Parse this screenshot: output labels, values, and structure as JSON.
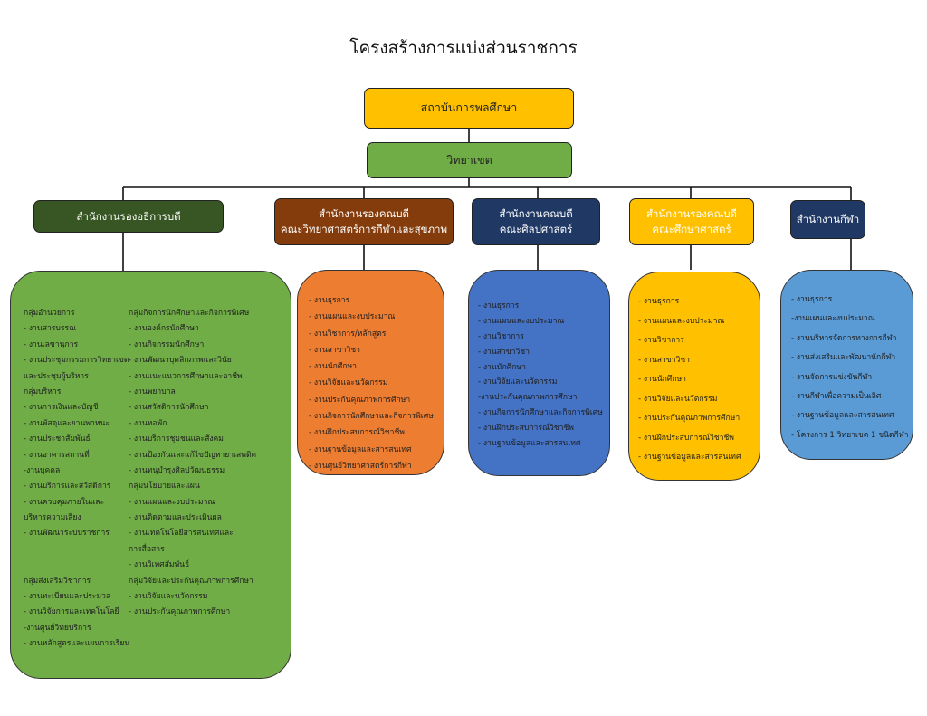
{
  "title": "โครงสร้างการแบ่งส่วนราชการ",
  "root": {
    "label": "สถาบันการพลศึกษา",
    "color": "#FFC000"
  },
  "campus": {
    "label": "วิทยาเขต",
    "color": "#70AD47"
  },
  "offices": [
    {
      "line1": "สำนักงานรองอธิการบดี",
      "line2": "",
      "color": "#375623"
    },
    {
      "line1": "สำนักงานรองคณบดี",
      "line2": "คณะวิทยาศาสตร์การกีฬาและสุขภาพ",
      "color": "#843C0C"
    },
    {
      "line1": "สำนักงานคณบดี",
      "line2": "คณะศิลปศาสตร์",
      "color": "#1F3864"
    },
    {
      "line1": "สำนักงานรองคณบดี",
      "line2": "คณะศึกษาศาสตร์",
      "color": "#FFC000"
    },
    {
      "line1": "สำนักงานกีฬา",
      "line2": "",
      "color": "#1F3864"
    }
  ],
  "panel_colors": [
    "#70AD47",
    "#ED7D31",
    "#4472C4",
    "#FFC000",
    "#5B9BD5"
  ],
  "panel1": {
    "left": [
      "กลุ่มอำนวยการ",
      "- งานสารบรรณ",
      "- งานเลขานุการ",
      "- งานประชุมกรรมการวิทยาเขต",
      "และประชุมผู้บริหาร",
      "กลุ่มบริหาร",
      "- งานการเงินและบัญชี",
      "- งานพัสดุและยานพาหนะ",
      "- งานประชาสัมพันธ์",
      "- งานอาคารสถานที่",
      "-งานบุคคล",
      "- งานบริการและสวัสดิการ",
      "- งานควบคุมภายในและ",
      "บริหารความเสี่ยง",
      "- งานพัฒนาระบบราชการ",
      "",
      "",
      "กลุ่มส่งเสริมวิชาการ",
      "- งานทะเบียนและประมวล",
      "- งานวิจัยการและเทคโนโลยี",
      "-งานศูนย์วิทยบริการ",
      "- งานหลักสูตรและแผนการเรียน"
    ],
    "right": [
      "กลุ่มกิจการนักศึกษาและกิจการพิเศษ",
      "- งานองค์กรนักศึกษา",
      "- งานกิจกรรมนักศึกษา",
      "- งานพัฒนาบุคลิกภาพและวินัย",
      "- งานแนะแนวการศึกษาและอาชีพ",
      "- งานพยาบาล",
      "- งานสวัสดิการนักศึกษา",
      "- งานหอพัก",
      "- งานบริการชุมชนและสังคม",
      "- งานป้องกันและแก้ไขปัญหายาเสพติด",
      "- งานทนุบำรุงศิลปวัฒนธรรม",
      "กลุ่มนโยบายและแผน",
      "- งานแผนและงบประมาณ",
      "- งานติดตามและประเมินผล",
      "- งานเทคโนโลยีสารสนเทศและ",
      "การสื่อสาร",
      "- งานวิเทศสัมพันธ์",
      "กลุ่มวิจัยและประกันคุณภาพการศึกษา",
      "- งานวิจัยและนวัตกรรม",
      "- งานประกันคุณภาพการศึกษา"
    ]
  },
  "panel2": [
    "- งานธุรการ",
    "- งานแผนและงบประมาณ",
    "- งานวิชาการ/หลักสูตร",
    "- งานสาขาวิชา",
    "- งานนักศึกษา",
    "- งานวิจัยและนวัตกรรม",
    "- งานประกันคุณภาพการศึกษา",
    "- งานกิจการนักศึกษาและกิจการพิเศษ",
    "- งานฝึกประสบการณ์วิชาชีพ",
    "- งานฐานข้อมูลและสารสนเทศ",
    "- งานศูนย์วิทยาศาสตร์การกีฬา"
  ],
  "panel3": [
    "- งานธุรการ",
    "- งานแผนและงบประมาณ",
    "- งานวิชาการ",
    "- งานสาขาวิชา",
    "- งานนักศึกษา",
    "- งานวิจัยและนวัตกรรม",
    "-งานประกันคุณภาพการศึกษา",
    "- งานกิจการนักศึกษาและกิจการพิเศษ",
    "- งานฝึกประสบการณ์วิชาชีพ",
    "- งานฐานข้อมูลและสารสนเทศ"
  ],
  "panel4": [
    "- งานธุรการ",
    "- งานแผนและงบประมาณ",
    "- งานวิชาการ",
    "- งานสาขาวิชา",
    "- งานนักศึกษา",
    "- งานวิจัยและนวัตกรรม",
    "- งานประกันคุณภาพการศึกษา",
    "- งานฝึกประสบการณ์วิชาชีพ",
    "- งานฐานข้อมูลและสารสนเทศ"
  ],
  "panel5": [
    "- งานธุรการ",
    "-งานแผนและงบประมาณ",
    "- งานบริหารจัดการทางการกีฬา",
    "- งานส่งเสริมและพัฒนานักกีฬา",
    "- งานจัดการแข่งขันกีฬา",
    "- งานกีฬาเพื่อความเป็นเลิศ",
    "- งานฐานข้อมูลและสารสนเทศ",
    "- โครงการ 1 วิทยาเขต 1 ชนิดกีฬา"
  ]
}
